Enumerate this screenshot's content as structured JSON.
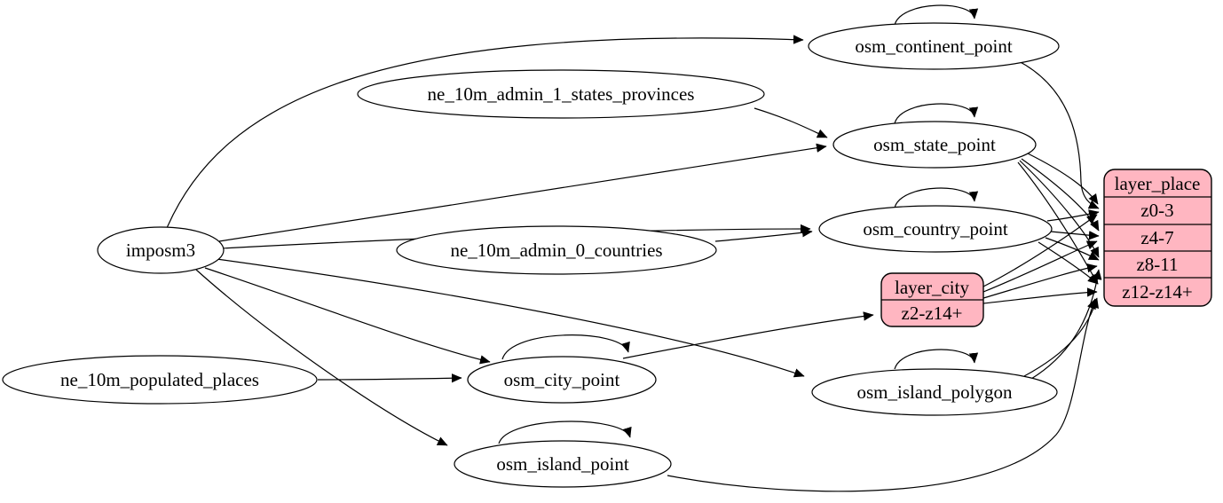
{
  "diagram": {
    "type": "etl-graph",
    "background_color": "#ffffff",
    "ellipse_fill": "#ffffff",
    "record_fill": "#ffb6c1",
    "stroke_color": "#000000"
  },
  "nodes": {
    "imposm3": {
      "label": "imposm3",
      "shape": "ellipse"
    },
    "ne_10m_admin_1_states_provinces": {
      "label": "ne_10m_admin_1_states_provinces",
      "shape": "ellipse"
    },
    "ne_10m_admin_0_countries": {
      "label": "ne_10m_admin_0_countries",
      "shape": "ellipse"
    },
    "ne_10m_populated_places": {
      "label": "ne_10m_populated_places",
      "shape": "ellipse"
    },
    "osm_continent_point": {
      "label": "osm_continent_point",
      "shape": "ellipse"
    },
    "osm_state_point": {
      "label": "osm_state_point",
      "shape": "ellipse"
    },
    "osm_country_point": {
      "label": "osm_country_point",
      "shape": "ellipse"
    },
    "osm_city_point": {
      "label": "osm_city_point",
      "shape": "ellipse"
    },
    "osm_island_polygon": {
      "label": "osm_island_polygon",
      "shape": "ellipse"
    },
    "osm_island_point": {
      "label": "osm_island_point",
      "shape": "ellipse"
    }
  },
  "records": {
    "layer_city": {
      "title": "layer_city",
      "rows": [
        "z2-z14+"
      ],
      "fill": "#ffb6c1"
    },
    "layer_place": {
      "title": "layer_place",
      "rows": [
        "z0-3",
        "z4-7",
        "z8-11",
        "z12-z14+"
      ],
      "fill": "#ffb6c1"
    }
  },
  "edges": [
    {
      "from": "imposm3",
      "to": "osm_continent_point"
    },
    {
      "from": "imposm3",
      "to": "osm_state_point"
    },
    {
      "from": "imposm3",
      "to": "osm_country_point"
    },
    {
      "from": "imposm3",
      "to": "osm_city_point"
    },
    {
      "from": "imposm3",
      "to": "osm_island_polygon"
    },
    {
      "from": "imposm3",
      "to": "osm_island_point"
    },
    {
      "from": "ne_10m_admin_1_states_provinces",
      "to": "osm_state_point"
    },
    {
      "from": "ne_10m_admin_0_countries",
      "to": "osm_country_point"
    },
    {
      "from": "ne_10m_populated_places",
      "to": "osm_city_point"
    },
    {
      "from": "osm_continent_point",
      "to": "osm_continent_point"
    },
    {
      "from": "osm_state_point",
      "to": "osm_state_point"
    },
    {
      "from": "osm_country_point",
      "to": "osm_country_point"
    },
    {
      "from": "osm_city_point",
      "to": "osm_city_point"
    },
    {
      "from": "osm_island_polygon",
      "to": "osm_island_polygon"
    },
    {
      "from": "osm_island_point",
      "to": "osm_island_point"
    },
    {
      "from": "osm_city_point",
      "to": "layer_city",
      "port": "z2-z14+"
    },
    {
      "from": "osm_continent_point",
      "to": "layer_place",
      "port": "z0-3"
    },
    {
      "from": "osm_state_point",
      "to": "layer_place",
      "port": "z0-3"
    },
    {
      "from": "osm_state_point",
      "to": "layer_place",
      "port": "z4-7"
    },
    {
      "from": "osm_state_point",
      "to": "layer_place",
      "port": "z8-11"
    },
    {
      "from": "osm_state_point",
      "to": "layer_place",
      "port": "z12-z14+"
    },
    {
      "from": "osm_country_point",
      "to": "layer_place",
      "port": "z0-3"
    },
    {
      "from": "osm_country_point",
      "to": "layer_place",
      "port": "z4-7"
    },
    {
      "from": "osm_country_point",
      "to": "layer_place",
      "port": "z8-11"
    },
    {
      "from": "osm_country_point",
      "to": "layer_place",
      "port": "z12-z14+"
    },
    {
      "from": "layer_city",
      "to": "layer_place",
      "port": "z0-3"
    },
    {
      "from": "layer_city",
      "to": "layer_place",
      "port": "z4-7"
    },
    {
      "from": "layer_city",
      "to": "layer_place",
      "port": "z8-11"
    },
    {
      "from": "layer_city",
      "to": "layer_place",
      "port": "z12-z14+"
    },
    {
      "from": "osm_island_polygon",
      "to": "layer_place",
      "port": "z8-11"
    },
    {
      "from": "osm_island_polygon",
      "to": "layer_place",
      "port": "z12-z14+"
    },
    {
      "from": "osm_island_point",
      "to": "layer_place",
      "port": "z12-z14+"
    }
  ]
}
